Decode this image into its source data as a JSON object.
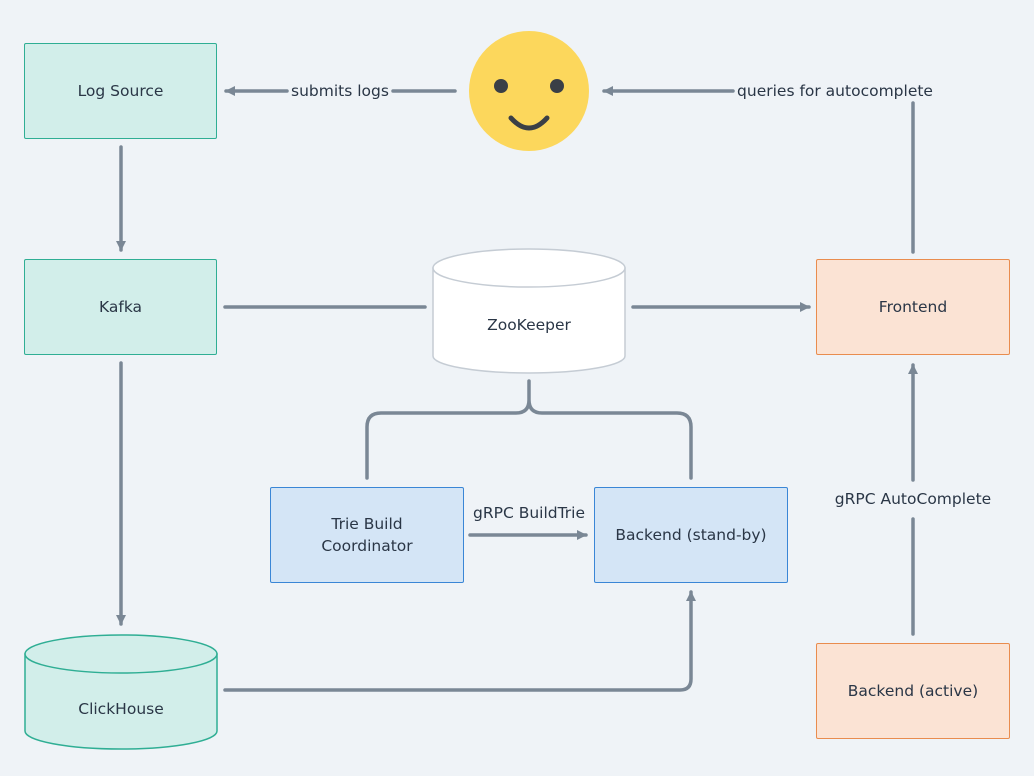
{
  "nodes": {
    "log_source": "Log Source",
    "kafka": "Kafka",
    "clickhouse": "ClickHouse",
    "zookeeper": "ZooKeeper",
    "trie_build_line1": "Trie Build",
    "trie_build_line2": "Coordinator",
    "backend_standby": "Backend (stand-by)",
    "frontend": "Frontend",
    "backend_active": "Backend (active)"
  },
  "edges": {
    "submits_logs": "submits logs",
    "queries_autocomplete": "queries for autocomplete",
    "grpc_buildtrie": "gRPC BuildTrie",
    "grpc_autocomplete": "gRPC AutoComplete"
  },
  "colors": {
    "background": "#eff3f7",
    "teal_fill": "#d2eeea",
    "teal_border": "#2fae94",
    "blue_fill": "#d4e5f6",
    "blue_border": "#3a86d6",
    "orange_fill": "#fbe3d4",
    "orange_border": "#e98c4e",
    "connector": "#7a8795",
    "smiley_fill": "#fcd75c"
  },
  "icons": {
    "user": "smiley-face-icon"
  }
}
